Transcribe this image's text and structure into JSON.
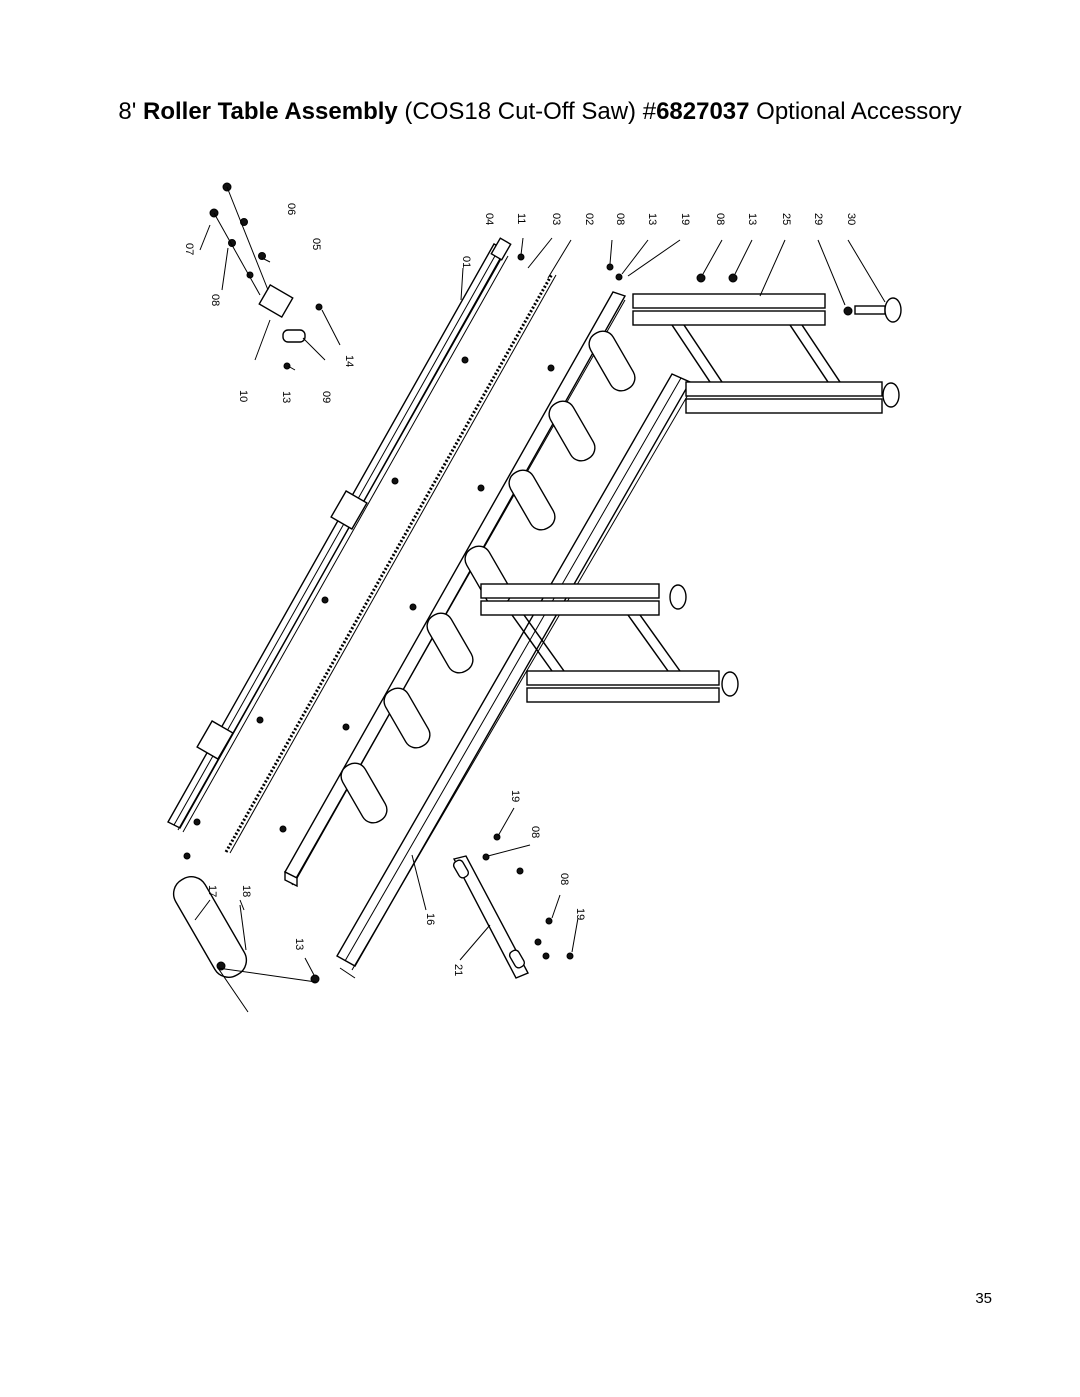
{
  "title": {
    "prefix": "8' ",
    "bold_name": "Roller Table Assembly",
    "middle": " (COS18 Cut-Off Saw) #",
    "bold_number": "6827037",
    "suffix": " Optional Accessory"
  },
  "page_number": "35",
  "callouts": {
    "c01": "01",
    "c02": "02",
    "c03": "03",
    "c04": "04",
    "c05": "05",
    "c06": "06",
    "c07": "07",
    "c08a": "08",
    "c08b": "08",
    "c08c": "08",
    "c08d": "08",
    "c08e": "08",
    "c09": "09",
    "c10": "10",
    "c11": "11",
    "c13a": "13",
    "c13b": "13",
    "c13c": "13",
    "c13d": "13",
    "c14": "14",
    "c16": "16",
    "c17": "17",
    "c18": "18",
    "c19a": "19",
    "c19b": "19",
    "c19c": "19",
    "c21": "21",
    "c25": "25",
    "c29": "29",
    "c30": "30"
  }
}
